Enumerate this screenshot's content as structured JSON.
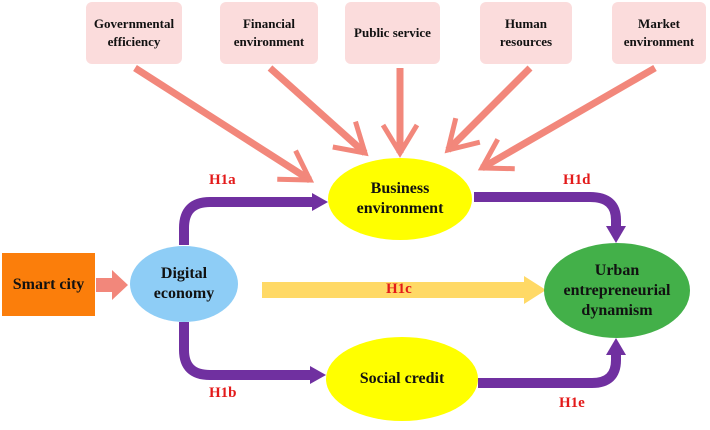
{
  "factors": [
    {
      "label": "Governmental\nefficiency"
    },
    {
      "label": "Financial\nenvironment"
    },
    {
      "label": "Public service"
    },
    {
      "label": "Human\nresources"
    },
    {
      "label": "Market\nenvironment"
    }
  ],
  "nodes": {
    "smart_city": "Smart city",
    "digital_economy": "Digital\neconomy",
    "business_environment": "Business\nenvironment",
    "social_credit": "Social credit",
    "urban_dynamism": "Urban\nentrepreneurial\ndynamism"
  },
  "hypotheses": {
    "h1a": "H1a",
    "h1b": "H1b",
    "h1c": "H1c",
    "h1d": "H1d",
    "h1e": "H1e"
  },
  "colors": {
    "factor_box": "#fbdcdc",
    "factor_arrow": "#f2877b",
    "smart_city": "#fb7e0b",
    "digital_economy": "#8ecdf6",
    "mediator": "#ffff00",
    "outcome": "#43b049",
    "path_arrow": "#7030a0",
    "direct_arrow": "#ffd966",
    "hypothesis_label": "#e31a1a"
  }
}
